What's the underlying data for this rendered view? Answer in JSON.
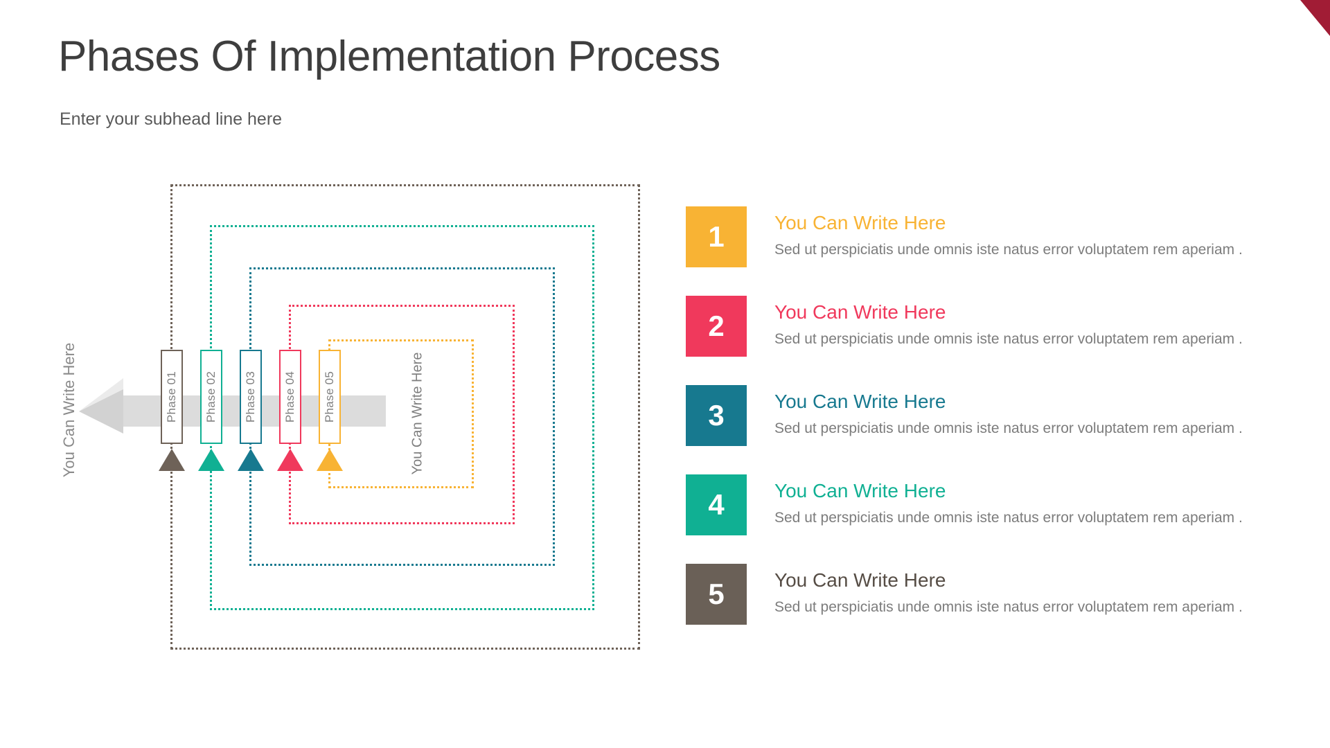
{
  "slide": {
    "title": "Phases Of Implementation Process",
    "subtitle": "Enter your subhead line here"
  },
  "diagram": {
    "axis_label": "You Can Write Here",
    "center_label": "You Can Write Here",
    "arrow_color": "#DCDCDC",
    "phases": [
      {
        "label": "Phase 01",
        "color": "#6E6258"
      },
      {
        "label": "Phase 02",
        "color": "#10B093"
      },
      {
        "label": "Phase 03",
        "color": "#17798F"
      },
      {
        "label": "Phase 04",
        "color": "#F0395C"
      },
      {
        "label": "Phase 05",
        "color": "#F8B334"
      }
    ]
  },
  "items": [
    {
      "number": "1",
      "color": "#F8B334",
      "heading_color": "#F8B334",
      "heading": "You Can Write Here",
      "body": "Sed ut perspiciatis unde omnis iste natus error voluptatem rem aperiam ."
    },
    {
      "number": "2",
      "color": "#F0395C",
      "heading_color": "#F0395C",
      "heading": "You Can Write Here",
      "body": "Sed ut perspiciatis unde omnis iste natus error voluptatem rem aperiam ."
    },
    {
      "number": "3",
      "color": "#17798F",
      "heading_color": "#17798F",
      "heading": "You Can Write Here",
      "body": "Sed ut perspiciatis unde omnis iste natus error voluptatem rem aperiam ."
    },
    {
      "number": "4",
      "color": "#10B093",
      "heading_color": "#10B093",
      "heading": "You Can Write Here",
      "body": "Sed ut perspiciatis unde omnis iste natus error voluptatem rem aperiam ."
    },
    {
      "number": "5",
      "color": "#6A6057",
      "heading_color": "#564D45",
      "heading": "You Can Write Here",
      "body": "Sed ut perspiciatis unde omnis iste natus error voluptatem rem aperiam ."
    }
  ],
  "decor": {
    "corner_accent_color": "#A11C35"
  }
}
